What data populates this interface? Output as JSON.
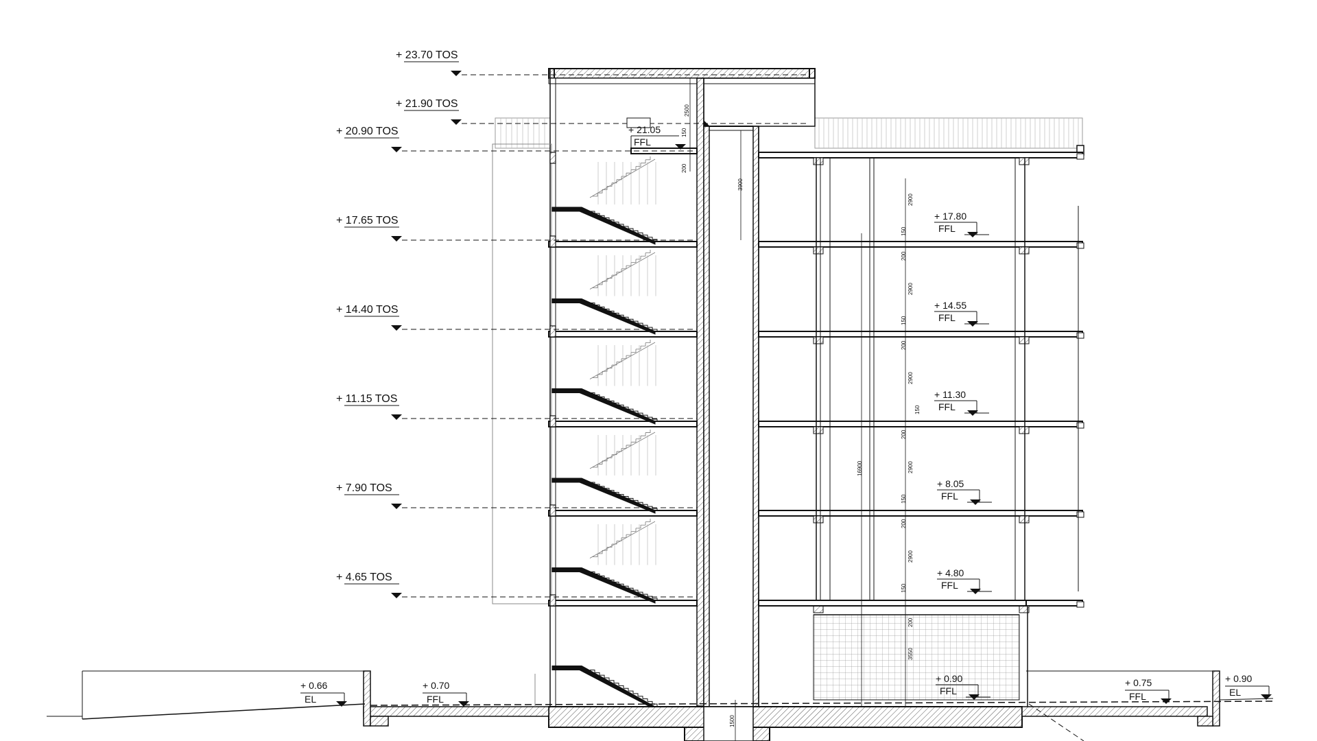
{
  "sheet": {
    "background": "#ffffff",
    "ink": "#111111",
    "hatch_color": "#555555"
  },
  "tos_levels": [
    {
      "label": "+ 23.70 TOS"
    },
    {
      "label": "+ 21.90 TOS"
    },
    {
      "label": "+ 20.90 TOS"
    },
    {
      "label": "+ 17.65 TOS"
    },
    {
      "label": "+ 14.40 TOS"
    },
    {
      "label": "+ 11.15 TOS"
    },
    {
      "label": "+ 7.90 TOS"
    },
    {
      "label": "+ 4.65 TOS"
    }
  ],
  "stair_top_marker": {
    "value": "+ 21.05",
    "tag": "FFL"
  },
  "ffl_levels": [
    {
      "value": "+ 17.80",
      "tag": "FFL"
    },
    {
      "value": "+ 14.55",
      "tag": "FFL"
    },
    {
      "value": "+ 11.30",
      "tag": "FFL"
    },
    {
      "value": "+ 8.05",
      "tag": "FFL"
    },
    {
      "value": "+ 4.80",
      "tag": "FFL"
    },
    {
      "value": "+ 0.90",
      "tag": "FFL"
    }
  ],
  "ground_markers": [
    {
      "value": "+ 0.66",
      "tag": "EL"
    },
    {
      "value": "+ 0.70",
      "tag": "FFL"
    },
    {
      "value": "+ 0.75",
      "tag": "FFL"
    },
    {
      "value": "+ 0.90",
      "tag": "EL"
    }
  ],
  "dimensions": {
    "upper_floor_height": "2900",
    "slab_thickness": "150",
    "beam_depth": "200",
    "ground_floor_height": "3550",
    "core_overrun": "3900",
    "parapet_height": "2500",
    "core_total": "16900",
    "pit_depth": "1500"
  }
}
